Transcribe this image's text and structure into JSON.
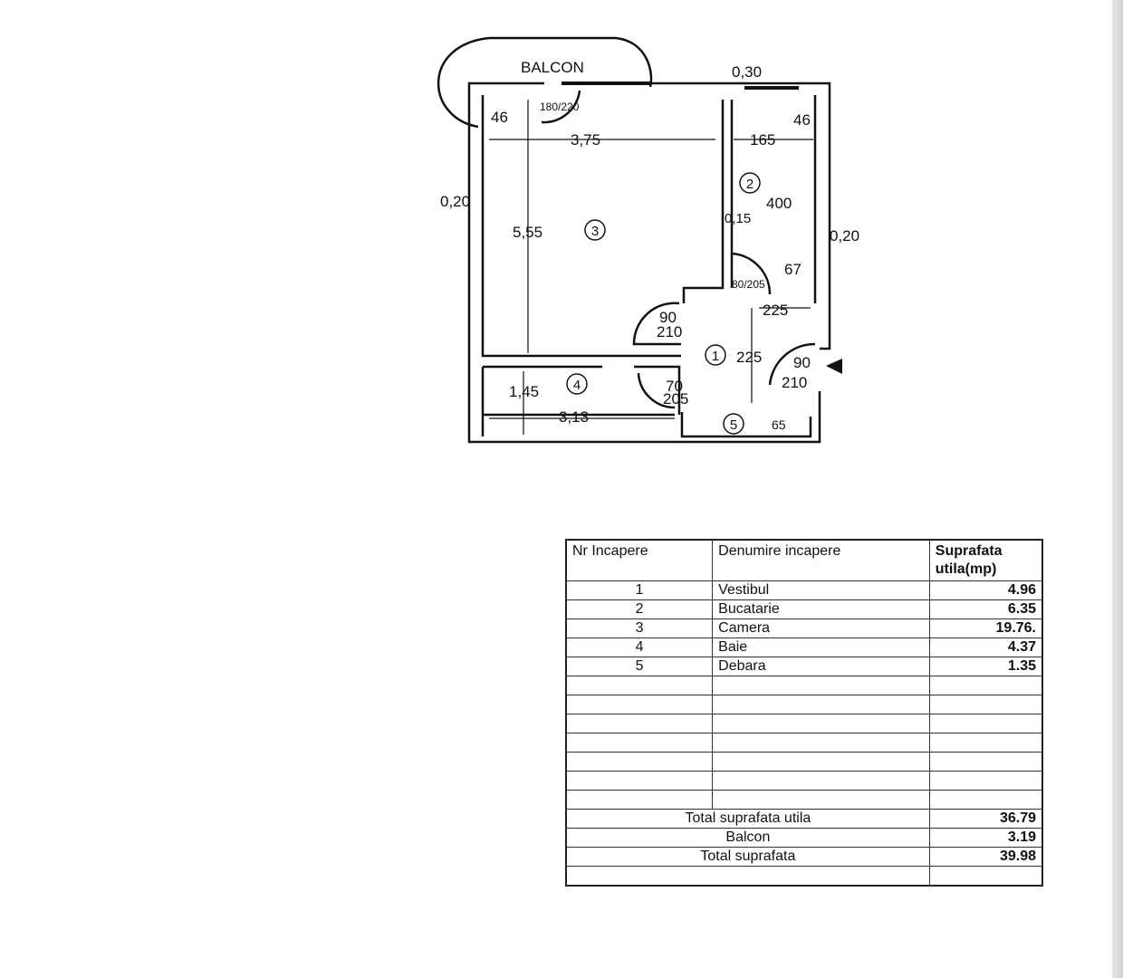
{
  "plan": {
    "balcony_label": "BALCON",
    "dimensions": {
      "top_wall": "0,30",
      "left_wall": "0,20",
      "right_wall": "0,20",
      "room3_width": "3,75",
      "room3_length": "5,55",
      "room2_width": "165",
      "room2_length": "400",
      "partition": "0,15",
      "window_left": "46",
      "window_right": "46",
      "balcony_door": "180/220",
      "kitchen_door": "80/205",
      "niche": "67",
      "hall_width": "225",
      "hall_length": "225",
      "room_door_w": "90",
      "room_door_h": "210",
      "entry_door_w": "90",
      "entry_door_h": "210",
      "bath_door_w": "70",
      "bath_door_h": "205",
      "bath_width": "1,45",
      "bath_length": "3,13",
      "storage_dim": "65"
    },
    "room_numbers": [
      "1",
      "2",
      "3",
      "4",
      "5"
    ]
  },
  "table": {
    "headers": [
      "Nr Incapere",
      "Denumire incapere",
      "Suprafata utila(mp)"
    ],
    "rows": [
      {
        "nr": "1",
        "name": "Vestibul",
        "area": "4.96"
      },
      {
        "nr": "2",
        "name": "Bucatarie",
        "area": "6.35"
      },
      {
        "nr": "3",
        "name": "Camera",
        "area": "19.76."
      },
      {
        "nr": "4",
        "name": "Baie",
        "area": "4.37"
      },
      {
        "nr": "5",
        "name": "Debara",
        "area": "1.35"
      }
    ],
    "totals": [
      {
        "label": "Total suprafata utila",
        "value": "36.79"
      },
      {
        "label": "Balcon",
        "value": "3.19"
      },
      {
        "label": "Total suprafata",
        "value": "39.98"
      }
    ]
  }
}
